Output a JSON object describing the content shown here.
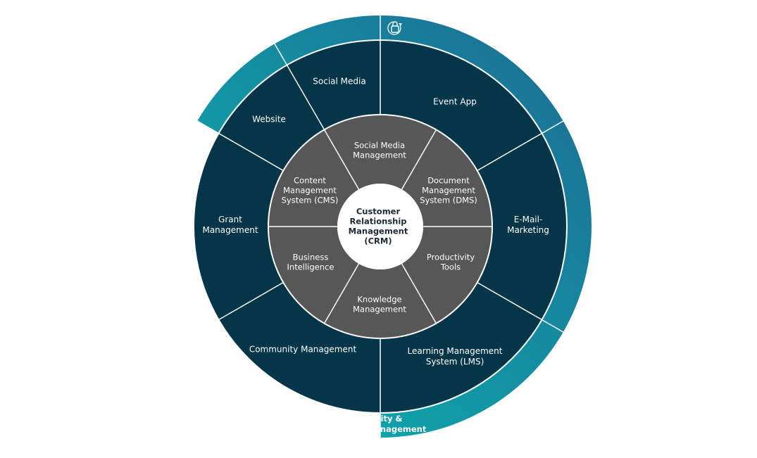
{
  "colors": {
    "outer_sector": "#053548",
    "inner_sector": "#575757",
    "divider": "#ffffff",
    "center_fill": "#ffffff",
    "center_text": "#1f2a33",
    "ring_gradient_start": "#0bb3b1",
    "ring_gradient_end": "#1d6a92"
  },
  "icons": {
    "ring_badge": "lock-refresh-icon"
  },
  "center": {
    "lines": [
      "Customer",
      "Relationship",
      "Management",
      "(CRM)"
    ]
  },
  "ring": {
    "lines": [
      "Identity &",
      "Access Management"
    ]
  },
  "outer_sectors": [
    {
      "name": "social-media",
      "lines": [
        "Social Media"
      ]
    },
    {
      "name": "event-app",
      "lines": [
        "Event App"
      ]
    },
    {
      "name": "email-marketing",
      "lines": [
        "E-Mail-",
        "Marketing"
      ]
    },
    {
      "name": "lms",
      "lines": [
        "Learning Management",
        "System (LMS)"
      ]
    },
    {
      "name": "community-management",
      "lines": [
        "Community Management"
      ]
    },
    {
      "name": "grant-management",
      "lines": [
        "Grant",
        "Management"
      ]
    },
    {
      "name": "website",
      "lines": [
        "Website"
      ]
    }
  ],
  "inner_sectors": [
    {
      "name": "social-media-management",
      "lines": [
        "Social Media",
        "Management"
      ]
    },
    {
      "name": "dms",
      "lines": [
        "Document",
        "Management",
        "System (DMS)"
      ]
    },
    {
      "name": "productivity-tools",
      "lines": [
        "Productivity",
        "Tools"
      ]
    },
    {
      "name": "knowledge-management",
      "lines": [
        "Knowledge",
        "Management"
      ]
    },
    {
      "name": "business-intelligence",
      "lines": [
        "Business",
        "Intelligence"
      ]
    },
    {
      "name": "cms",
      "lines": [
        "Content",
        "Management",
        "System (CMS)"
      ]
    }
  ]
}
